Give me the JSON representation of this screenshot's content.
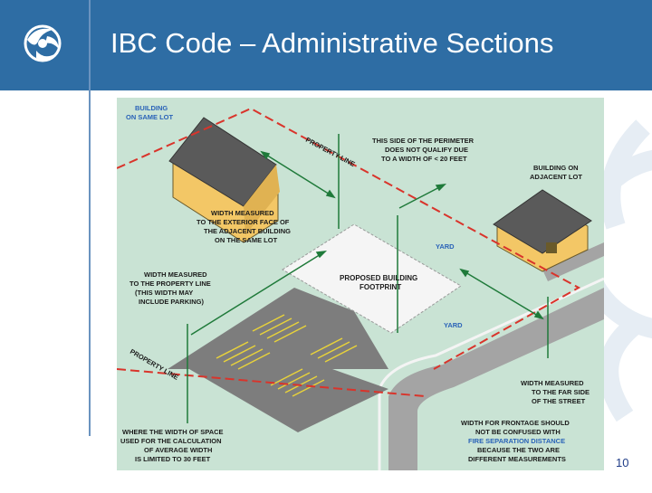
{
  "header": {
    "title": "IBC Code – Administrative Sections",
    "logo_icon": "phoenix-bird-logo",
    "background_color": "#2e6da4",
    "title_color": "#ffffff"
  },
  "figure": {
    "background_color": "#c9e3d4",
    "labels": {
      "building_same_lot": [
        "BUILDING",
        "ON SAME LOT"
      ],
      "building_adjacent_lot": [
        "BUILDING ON",
        "ADJACENT LOT"
      ],
      "perimeter_note": [
        "THIS SIDE OF THE PERIMETER",
        "DOES NOT QUALIFY DUE",
        "TO A WIDTH OF < 20 FEET"
      ],
      "width_exterior_face": [
        "WIDTH MEASURED",
        "TO THE EXTERIOR FACE OF",
        "THE ADJACENT BUILDING",
        "ON THE SAME LOT"
      ],
      "width_property_line": [
        "WIDTH MEASURED",
        "TO THE PROPERTY LINE",
        "(THIS WIDTH MAY",
        "INCLUDE PARKING)"
      ],
      "proposed_building": [
        "PROPOSED BUILDING",
        "FOOTPRINT"
      ],
      "yard_top": "YARD",
      "yard_bottom": "YARD",
      "property_line_top": "PROPERTY LINE",
      "property_line_bottom": "PROPERTY LINE",
      "width_far_side": [
        "WIDTH MEASURED",
        "TO THE FAR SIDE",
        "OF THE STREET"
      ],
      "width_limited": [
        "WHERE THE WIDTH OF SPACE",
        "USED FOR THE CALCULATION",
        "OF AVERAGE WIDTH",
        "IS LIMITED TO 30 FEET"
      ],
      "frontage_note_a": "WIDTH FOR FRONTAGE SHOULD",
      "frontage_note_b": "NOT BE CONFUSED WITH",
      "frontage_note_highlight": "FIRE SEPARATION DISTANCE",
      "frontage_note_c": "BECAUSE THE TWO ARE",
      "frontage_note_d": "DIFFERENT MEASUREMENTS"
    },
    "colors": {
      "property_line": "#d9342b",
      "arrow": "#1f7a3a",
      "building_wall": "#f3c766",
      "roof": "#5a5a5a",
      "parking": "#7d7d7d",
      "stripes": "#e8d23a",
      "road": "#9a9a9a",
      "highlight_text": "#2a63b8"
    }
  },
  "slide_number": "10"
}
